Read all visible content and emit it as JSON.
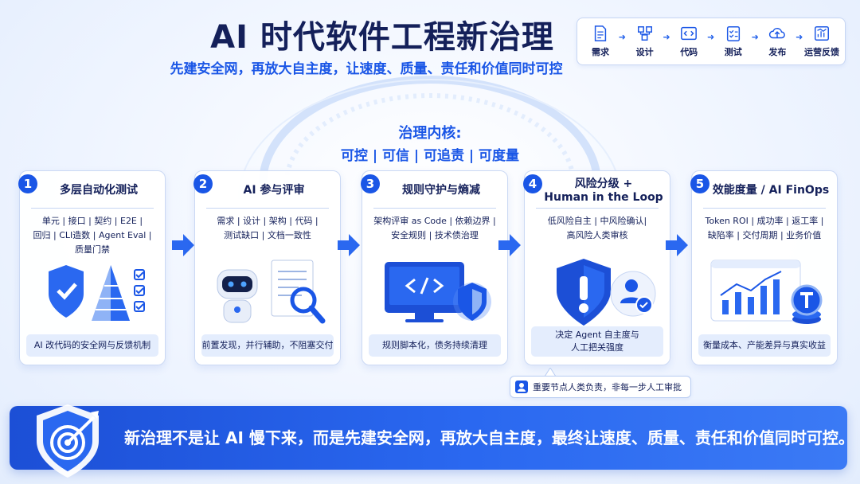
{
  "title": "AI 时代软件工程新治理",
  "subtitle": "先建安全网，再放大自主度，让速度、质量、责任和价值同时可控",
  "pipeline": [
    {
      "label": "需求",
      "icon": "document-icon"
    },
    {
      "label": "设计",
      "icon": "structure-icon"
    },
    {
      "label": "代码",
      "icon": "code-icon"
    },
    {
      "label": "测试",
      "icon": "checklist-icon"
    },
    {
      "label": "发布",
      "icon": "cloud-upload-icon"
    },
    {
      "label": "运营反馈",
      "icon": "chart-icon"
    }
  ],
  "core": {
    "title": "治理内核:",
    "items": "可控 | 可信 | 可追责 | 可度量"
  },
  "cards": [
    {
      "num": "1",
      "title": "多层自动化测试",
      "desc": "单元 | 接口 | 契约 | E2E |\n回归 | CLI造数 | Agent Eval |\n质量门禁",
      "foot": "AI 改代码的安全网与反馈机制",
      "icon": "shield-pyramid-icon"
    },
    {
      "num": "2",
      "title": "AI 参与评审",
      "desc": "需求 | 设计 | 架构 | 代码 |\n测试缺口 | 文档一致性",
      "foot": "前置发现，并行辅助，不阻塞交付",
      "icon": "robot-review-icon"
    },
    {
      "num": "3",
      "title": "规则守护与熵减",
      "desc": "架构评审 as Code | 依赖边界 |\n安全规则 | 技术债治理",
      "foot": "规则脚本化，债务持续清理",
      "icon": "monitor-shield-icon"
    },
    {
      "num": "4",
      "title": "风险分级 +\nHuman in the Loop",
      "desc": "低风险自主 | 中风险确认|\n高风险人类审核",
      "foot": "决定 Agent 自主度与\n人工把关强度",
      "icon": "warning-shield-icon"
    },
    {
      "num": "5",
      "title": "效能度量 / AI FinOps",
      "desc": "Token ROI | 成功率 | 返工率 |\n缺陷率 | 交付周期 | 业务价值",
      "foot": "衡量成本、产能差异与真实收益",
      "icon": "chart-coin-icon"
    }
  ],
  "callout": "重要节点人类负责，非每一步人工审批",
  "banner": "新治理不是让 AI 慢下来，而是先建安全网，再放大自主度，最终让速度、质量、责任和价值同时可控。",
  "colors": {
    "primary": "#1a56e6",
    "dark_text": "#14205a",
    "banner_start": "#1c4fd6",
    "banner_end": "#3b7af5",
    "panel_bg": "#e4edfd"
  }
}
